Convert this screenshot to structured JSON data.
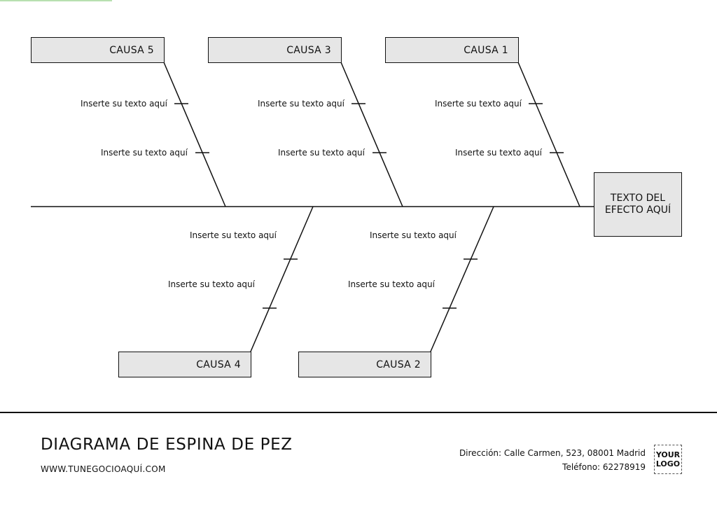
{
  "diagram": {
    "effect": {
      "line1": "TEXTO DEL",
      "line2": "EFECTO AQUÍ"
    },
    "causes": {
      "c1": {
        "label": "CAUSA 1",
        "items": [
          "Inserte su texto aquí",
          "Inserte su texto aquí"
        ]
      },
      "c2": {
        "label": "CAUSA 2",
        "items": [
          "Inserte su texto aquí",
          "Inserte su texto aquí"
        ]
      },
      "c3": {
        "label": "CAUSA 3",
        "items": [
          "Inserte su texto aquí",
          "Inserte su texto aquí"
        ]
      },
      "c4": {
        "label": "CAUSA 4",
        "items": [
          "Inserte su texto aquí",
          "Inserte su texto aquí"
        ]
      },
      "c5": {
        "label": "CAUSA 5",
        "items": [
          "Inserte su texto aquí",
          "Inserte su texto aquí"
        ]
      }
    }
  },
  "footer": {
    "title": "DIAGRAMA DE ESPINA DE PEZ",
    "website": "WWW.TUNEGOCIOAQUÍ.COM",
    "address": "Dirección: Calle Carmen, 523, 08001 Madrid",
    "phone": "Teléfono: 62278919",
    "logo": {
      "line1": "YOUR",
      "line2": "LOGO"
    }
  },
  "colors": {
    "box_fill": "#e6e6e6",
    "line": "#111111",
    "accent": "#b8e0b0"
  }
}
